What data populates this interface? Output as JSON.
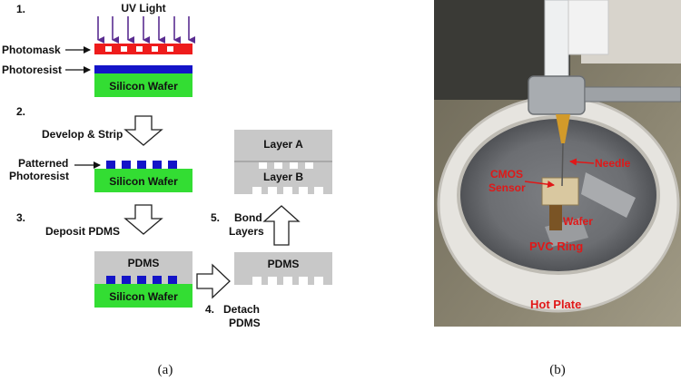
{
  "colors": {
    "uv_arrow": "#5a2d91",
    "photomask": "#ee1c1c",
    "photoresist": "#1414c8",
    "wafer": "#33dd33",
    "pdms": "#c8c8c8",
    "photo_label": "#e01818"
  },
  "panel_a": {
    "steps": {
      "s1": "1.",
      "s2": "2.",
      "s3": "3.",
      "s4": "4.",
      "s5": "5."
    },
    "uv_light": "UV Light",
    "photomask": "Photomask",
    "photoresist": "Photoresist",
    "wafer_label": "Silicon Wafer",
    "develop_strip": "Develop & Strip",
    "patterned_1": "Patterned",
    "patterned_2": "Photoresist",
    "deposit_pdms": "Deposit PDMS",
    "pdms": "PDMS",
    "detach_1": "Detach",
    "detach_2": "PDMS",
    "bond_1": "Bond",
    "bond_2": "Layers",
    "layer_a": "Layer A",
    "layer_b": "Layer B",
    "caption": "(a)"
  },
  "panel_b": {
    "labels": {
      "needle": "Needle",
      "cmos_1": "CMOS",
      "cmos_2": "Sensor",
      "wafer": "Wafer",
      "pvc_ring": "PVC Ring",
      "hot_plate": "Hot Plate"
    },
    "caption": "(b)"
  }
}
